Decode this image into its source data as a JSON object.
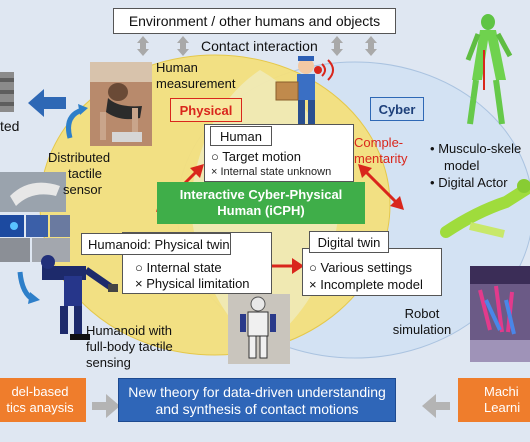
{
  "env_box": "Environment / other humans and objects",
  "contact_interaction": "Contact interaction",
  "human_measurement": [
    "Human",
    "measurement"
  ],
  "physical_label": "Physical",
  "cyber_label": "Cyber",
  "complementarity": [
    "Comple-",
    "mentarity"
  ],
  "human_box": {
    "title": "Human",
    "line1_symbol": "○",
    "line1": "Target motion",
    "line2_symbol": "×",
    "line2": "Internal state unknown"
  },
  "icph_banner": [
    "Interactive Cyber-Physical",
    "Human (iCPH)"
  ],
  "left_cut_text": "ted",
  "distributed_tactile": [
    "Distributed",
    "tactile",
    "sensor"
  ],
  "right_list": [
    "Musculo-skele",
    "model",
    "Digital Actor"
  ],
  "humanoid_box": {
    "title": "Humanoid: Physical twin",
    "line1_symbol": "○",
    "line1": "Internal state",
    "line2_symbol": "×",
    "line2": "Physical limitation"
  },
  "digital_twin_box": {
    "title": "Digital twin",
    "line1_symbol": "○",
    "line1": "Various settings",
    "line2_symbol": "×",
    "line2": "Incomplete model"
  },
  "humanoid_caption": [
    "Humanoid with",
    "full-body tactile",
    "sensing"
  ],
  "robot_simulation": [
    "Robot",
    "simulation"
  ],
  "bottom_left": [
    "del-based",
    "tics anaysis"
  ],
  "bottom_center": [
    "New theory for data-driven understanding",
    "and synthesis of contact motions"
  ],
  "bottom_right": [
    "Machi",
    "Learni"
  ],
  "colors": {
    "background": "#dfe7f2",
    "physical_ellipse": "#f6e27a",
    "cyber_ellipse": "#cfdff2",
    "icph_banner": "#3fae49",
    "bottom_center": "#2f66b8",
    "side_orange": "#ef7d2c",
    "red_arrow": "#d9261c",
    "blue_arrow": "#2e68b5",
    "gray_arrow": "#a7a7a7"
  }
}
